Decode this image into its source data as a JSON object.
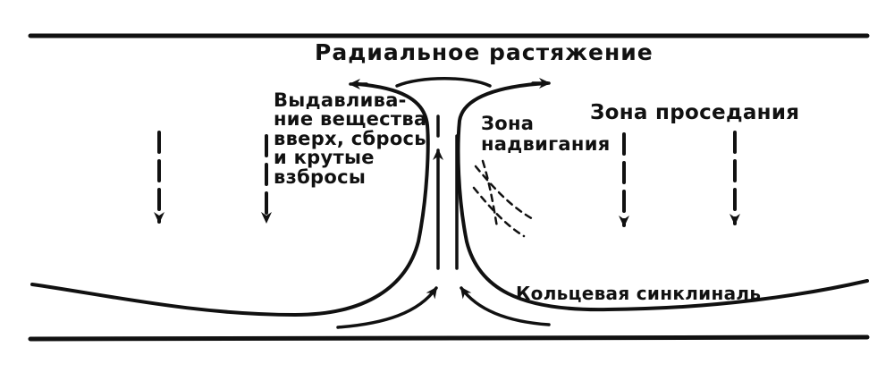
{
  "labels": {
    "radial_extension": "Радиальное растяжение",
    "extrusion": [
      "Выдавлива-",
      "ние вещества",
      "вверх, сбросы",
      "и крутые",
      "взбросы"
    ],
    "thrust_zone": [
      "Зона",
      "надвигания"
    ],
    "subsidence_zone": "Зона проседания",
    "ring_syncline": "Кольцевая синклиналь"
  },
  "colors": {
    "ink": "#111111",
    "background": "#ffffff"
  },
  "arrows": {
    "subsidence_count": 4,
    "direction": "down"
  }
}
